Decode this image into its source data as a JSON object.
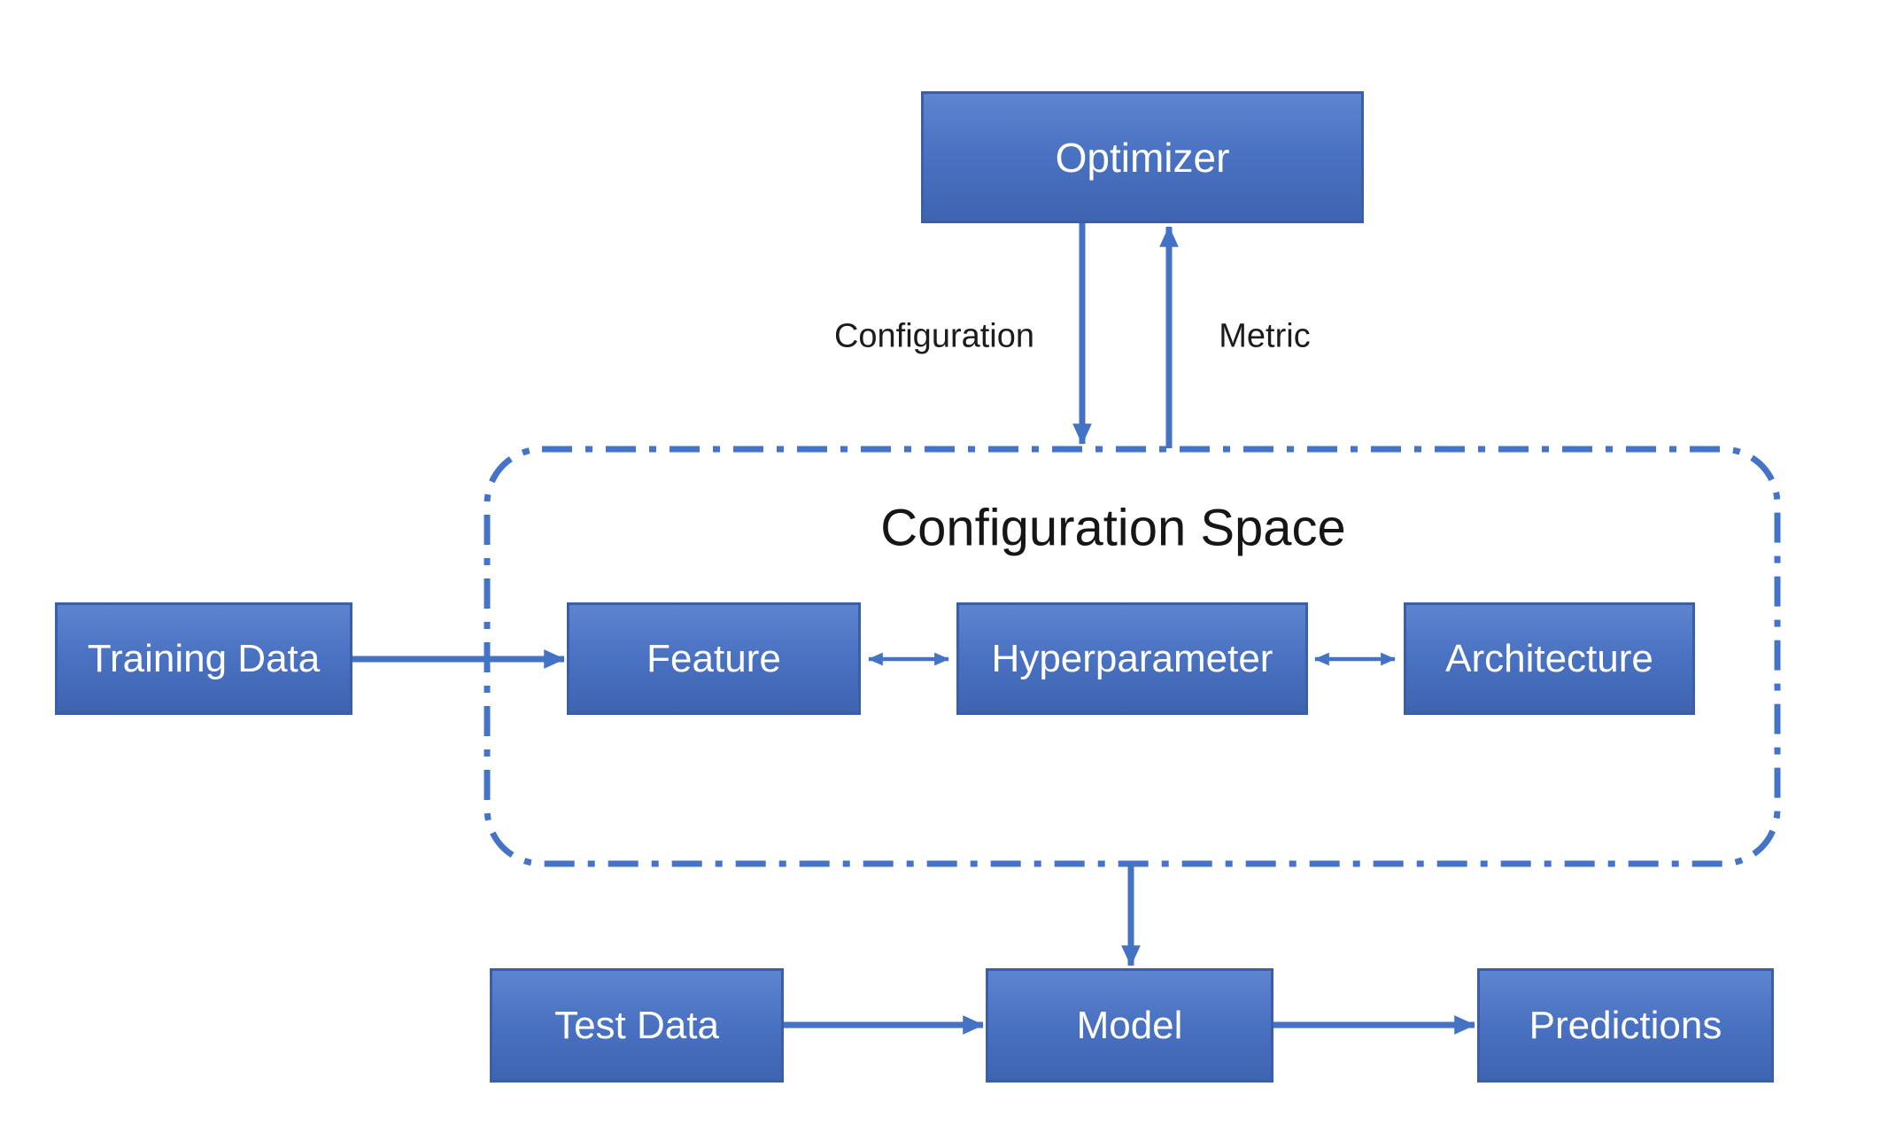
{
  "nodes": {
    "optimizer": {
      "label": "Optimizer"
    },
    "training_data": {
      "label": "Training Data"
    },
    "feature": {
      "label": "Feature"
    },
    "hyperparameter": {
      "label": "Hyperparameter"
    },
    "architecture": {
      "label": "Architecture"
    },
    "test_data": {
      "label": "Test Data"
    },
    "model": {
      "label": "Model"
    },
    "predictions": {
      "label": "Predictions"
    }
  },
  "container": {
    "label": "Configuration Space"
  },
  "edge_labels": {
    "configuration": "Configuration",
    "metric": "Metric"
  },
  "colors": {
    "node_fill_top": "#5d84cf",
    "node_fill_bottom": "#3e64b1",
    "node_border": "#3a5fa8",
    "node_text": "#ffffff",
    "connector": "#4472c4",
    "label_text": "#1c1c1c",
    "background": "#ffffff"
  }
}
